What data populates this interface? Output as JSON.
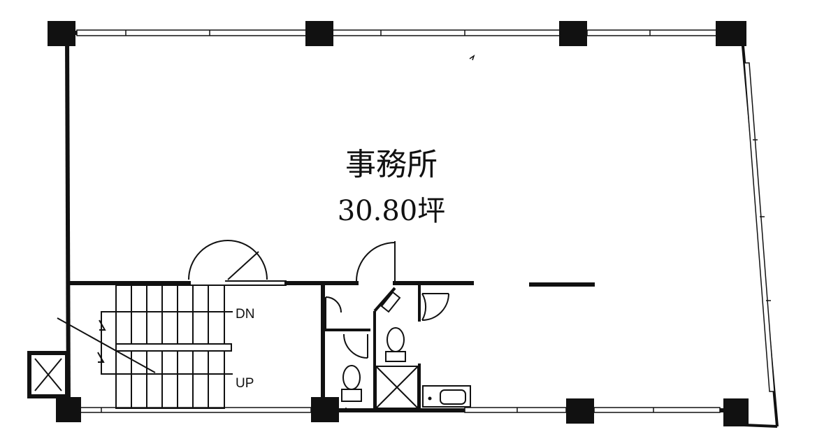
{
  "rooms": {
    "office": {
      "name": "事務所",
      "area": "30.80坪"
    }
  },
  "stairs": {
    "down_label": "DN",
    "up_label": "UP"
  }
}
